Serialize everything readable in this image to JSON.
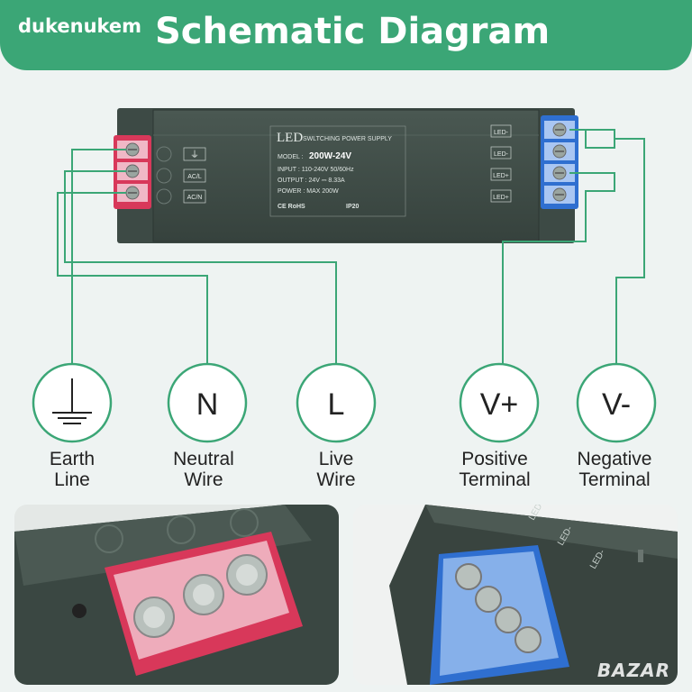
{
  "header": {
    "brand": "dukenukem",
    "title": "Schematic Diagram"
  },
  "device": {
    "logo": "LED",
    "logo_sub": "SWLTCHING POWER SUPPLY",
    "model_label": "MODEL :",
    "model_value": "200W-24V",
    "input": "INPUT : 110-240V 50/60Hz",
    "output": "OUTPUT : 24V ⎓ 8.33A",
    "power": "POWER : MAX 200W",
    "certs": "CE RoHS",
    "ip": "IP20",
    "left_terminals": [
      "⏚",
      "AC/L",
      "AC/N"
    ],
    "right_terminals": [
      "LED-",
      "LED-",
      "LED+",
      "LED+"
    ]
  },
  "nodes": [
    {
      "id": "earth",
      "symbol": "",
      "icon": "ground-icon",
      "line1": "Earth",
      "line2": "Line"
    },
    {
      "id": "neutral",
      "symbol": "N",
      "line1": "Neutral",
      "line2": "Wire"
    },
    {
      "id": "live",
      "symbol": "L",
      "line1": "Live",
      "line2": "Wire"
    },
    {
      "id": "positive",
      "symbol": "V+",
      "line1": "Positive",
      "line2": "Terminal"
    },
    {
      "id": "negative",
      "symbol": "V-",
      "line1": "Negative",
      "line2": "Terminal"
    }
  ],
  "photos": {
    "right_labels": [
      "LED+",
      "LED-",
      "LED-"
    ]
  },
  "watermark": "BAZAR",
  "colors": {
    "accent_green": "#3ba676",
    "device_body": "#3f4c47",
    "terminal_red": "#d8385a",
    "terminal_blue": "#2f6fd0",
    "wire_green": "#3ba676"
  }
}
